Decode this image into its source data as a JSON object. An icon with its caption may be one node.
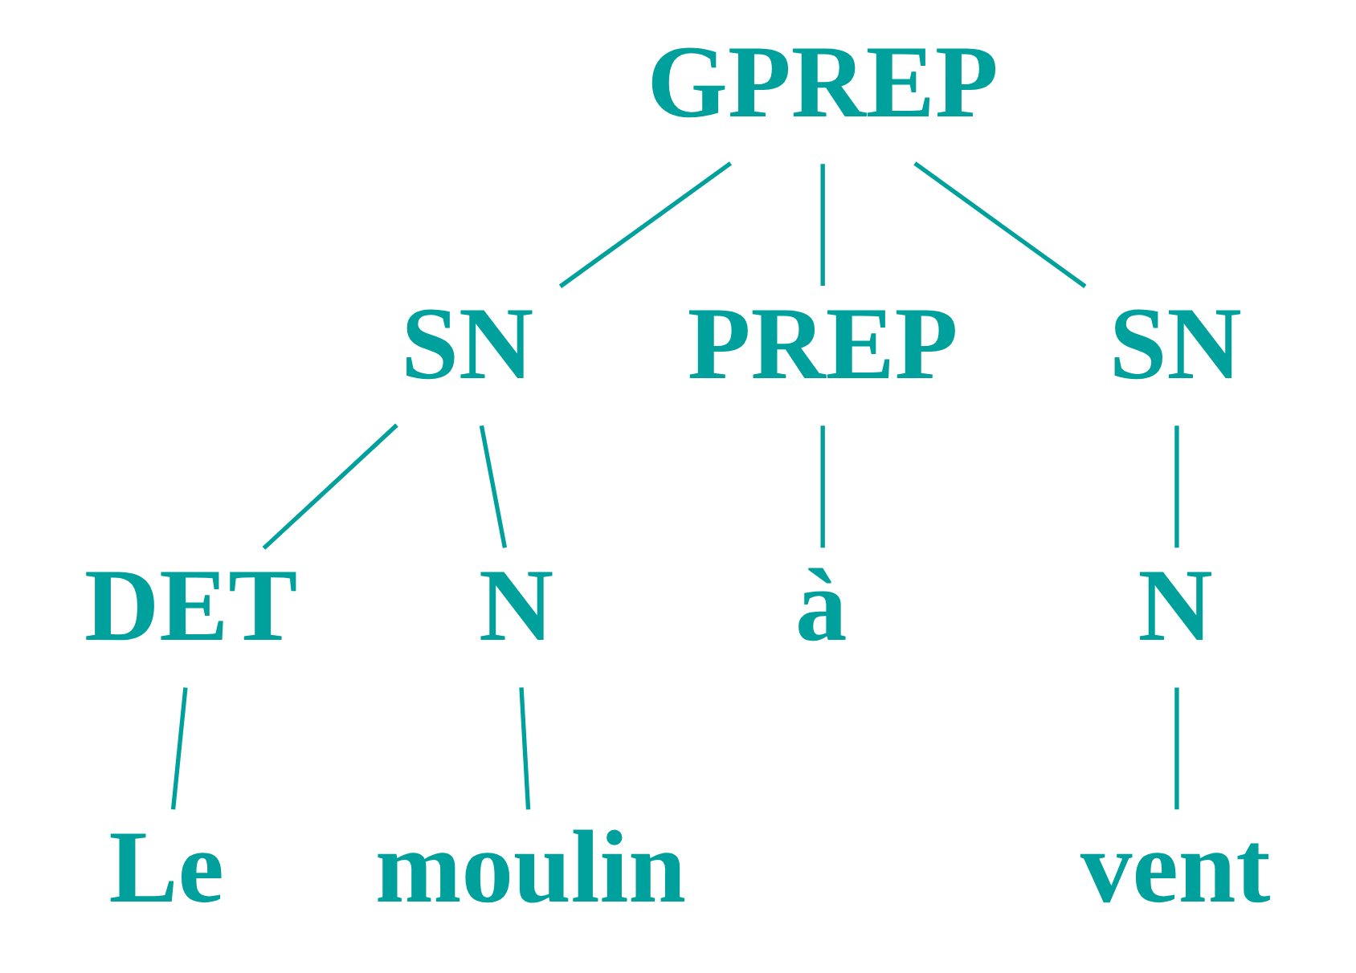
{
  "diagram": {
    "nodes": [
      {
        "text": [
          "GPREP"
        ]
      },
      {
        "text": [
          "SN"
        ]
      },
      {
        "text": [
          "PREP"
        ]
      },
      {
        "text": [
          "SN"
        ]
      },
      {
        "text": [
          "DET"
        ]
      },
      {
        "text": [
          "N"
        ]
      },
      {
        "text": [
          "à"
        ]
      },
      {
        "text": [
          "N"
        ]
      },
      {
        "text": [
          "Le"
        ]
      },
      {
        "text": [
          "moulin"
        ]
      },
      {
        "text": [
          "vent"
        ]
      }
    ],
    "edges": [
      {
        "from": 0,
        "to": 1,
        "arrow": "none"
      },
      {
        "from": 0,
        "to": 2,
        "arrow": "none"
      },
      {
        "from": 0,
        "to": 3,
        "arrow": "none"
      },
      {
        "from": 1,
        "to": 4,
        "arrow": "none"
      },
      {
        "from": 1,
        "to": 5,
        "arrow": "none"
      },
      {
        "from": 2,
        "to": 6,
        "arrow": "none"
      },
      {
        "from": 3,
        "to": 7,
        "arrow": "none"
      },
      {
        "from": 4,
        "to": 8,
        "arrow": "none"
      },
      {
        "from": 5,
        "to": 9,
        "arrow": "none"
      },
      {
        "from": 7,
        "to": 10,
        "arrow": "none"
      }
    ]
  }
}
